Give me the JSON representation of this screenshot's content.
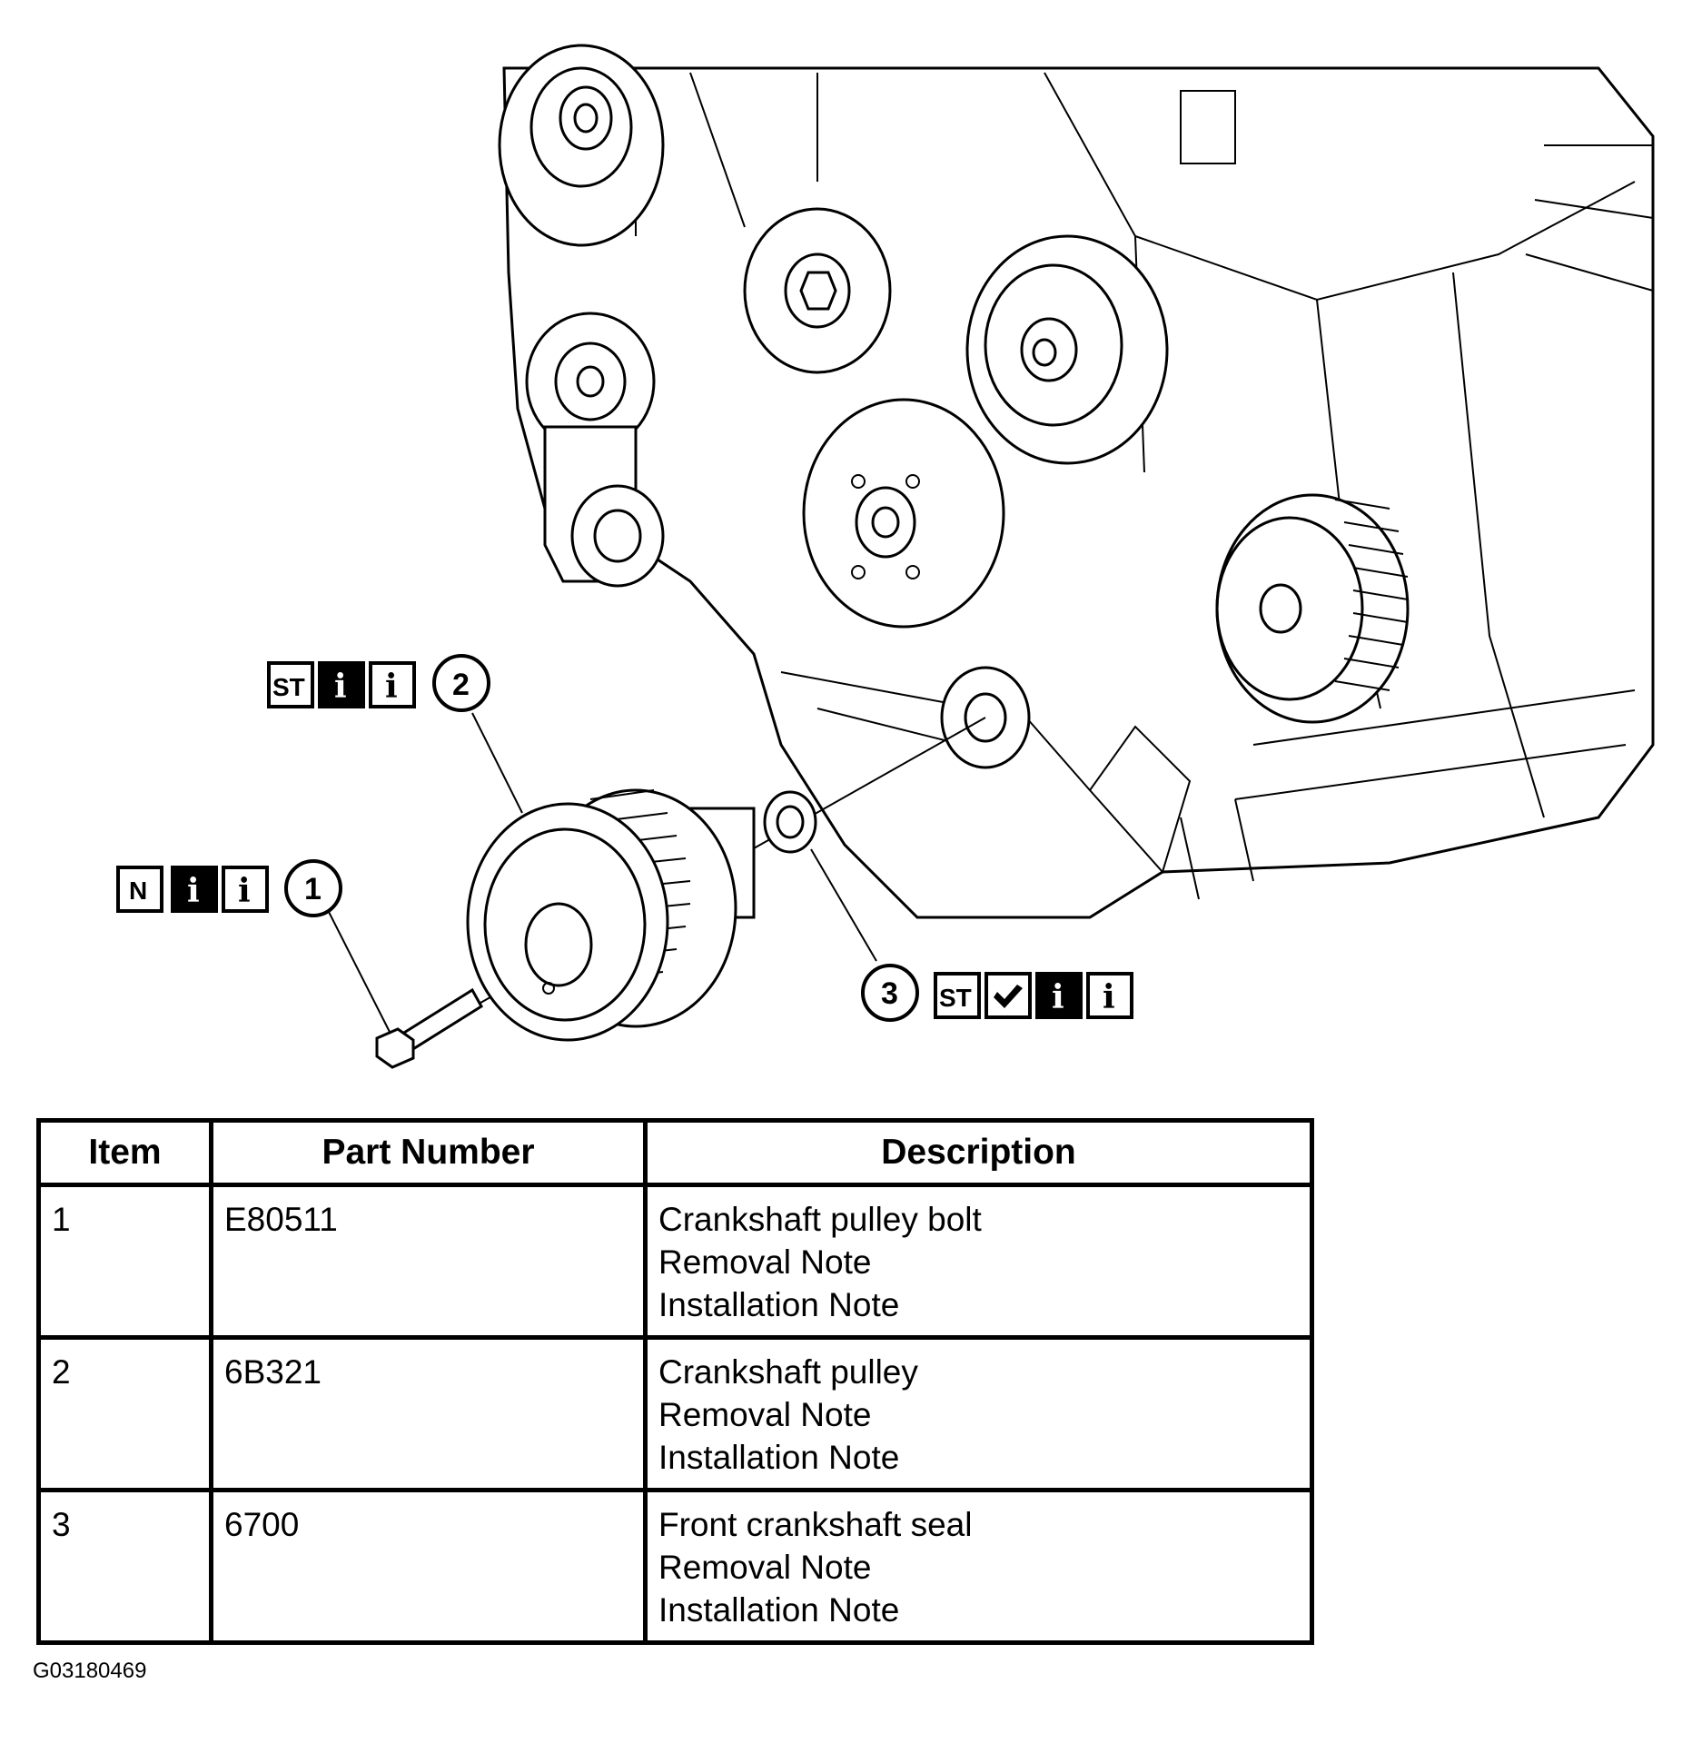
{
  "callouts": [
    {
      "item": "1",
      "icons": [
        "N",
        "i",
        "i"
      ]
    },
    {
      "item": "2",
      "icons": [
        "ST",
        "i",
        "i"
      ]
    },
    {
      "item": "3",
      "icons": [
        "ST",
        "tool",
        "i",
        "i"
      ]
    }
  ],
  "table": {
    "headers": [
      "Item",
      "Part Number",
      "Description"
    ],
    "rows": [
      {
        "item": "1",
        "part_number": "E80511",
        "description": [
          "Crankshaft pulley bolt",
          "Removal Note",
          "Installation Note"
        ]
      },
      {
        "item": "2",
        "part_number": "6B321",
        "description": [
          "Crankshaft pulley",
          "Removal Note",
          "Installation Note"
        ]
      },
      {
        "item": "3",
        "part_number": "6700",
        "description": [
          "Front crankshaft seal",
          "Removal Note",
          "Installation Note"
        ]
      }
    ]
  },
  "figure_id": "G03180469"
}
